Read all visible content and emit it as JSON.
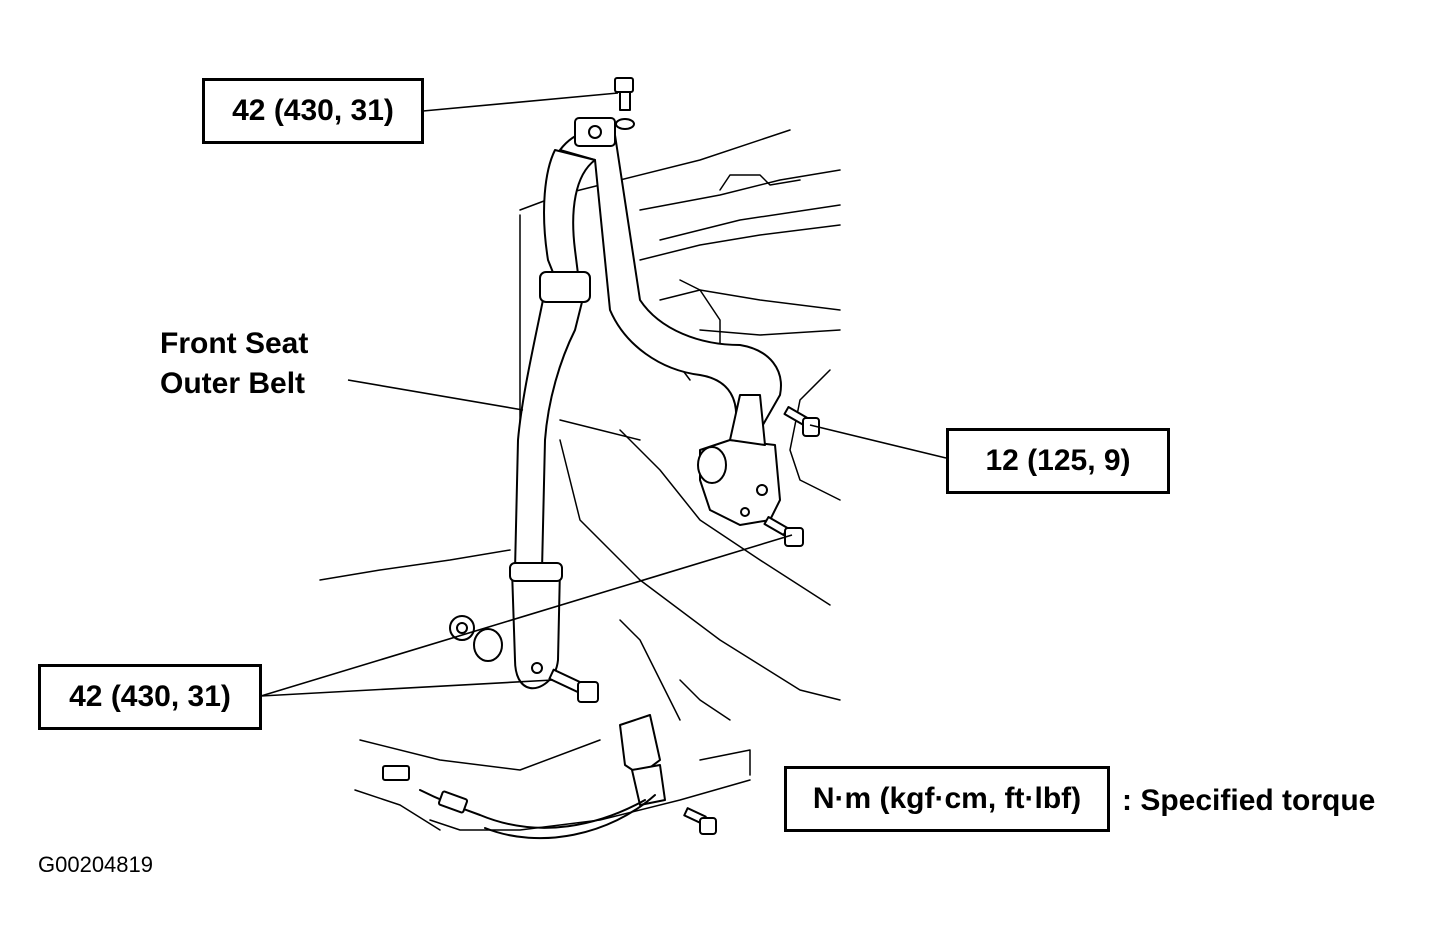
{
  "callouts": {
    "top_bolt_torque": "42 (430, 31)",
    "retractor_bolt_torque": "12 (125, 9)",
    "anchor_bolt_torque": "42 (430, 31)"
  },
  "part_label": {
    "line1": "Front Seat",
    "line2": "Outer Belt"
  },
  "legend": {
    "units": "N·m (kgf·cm, ft·lbf)",
    "description": ": Specified torque"
  },
  "figure_id": "G00204819"
}
